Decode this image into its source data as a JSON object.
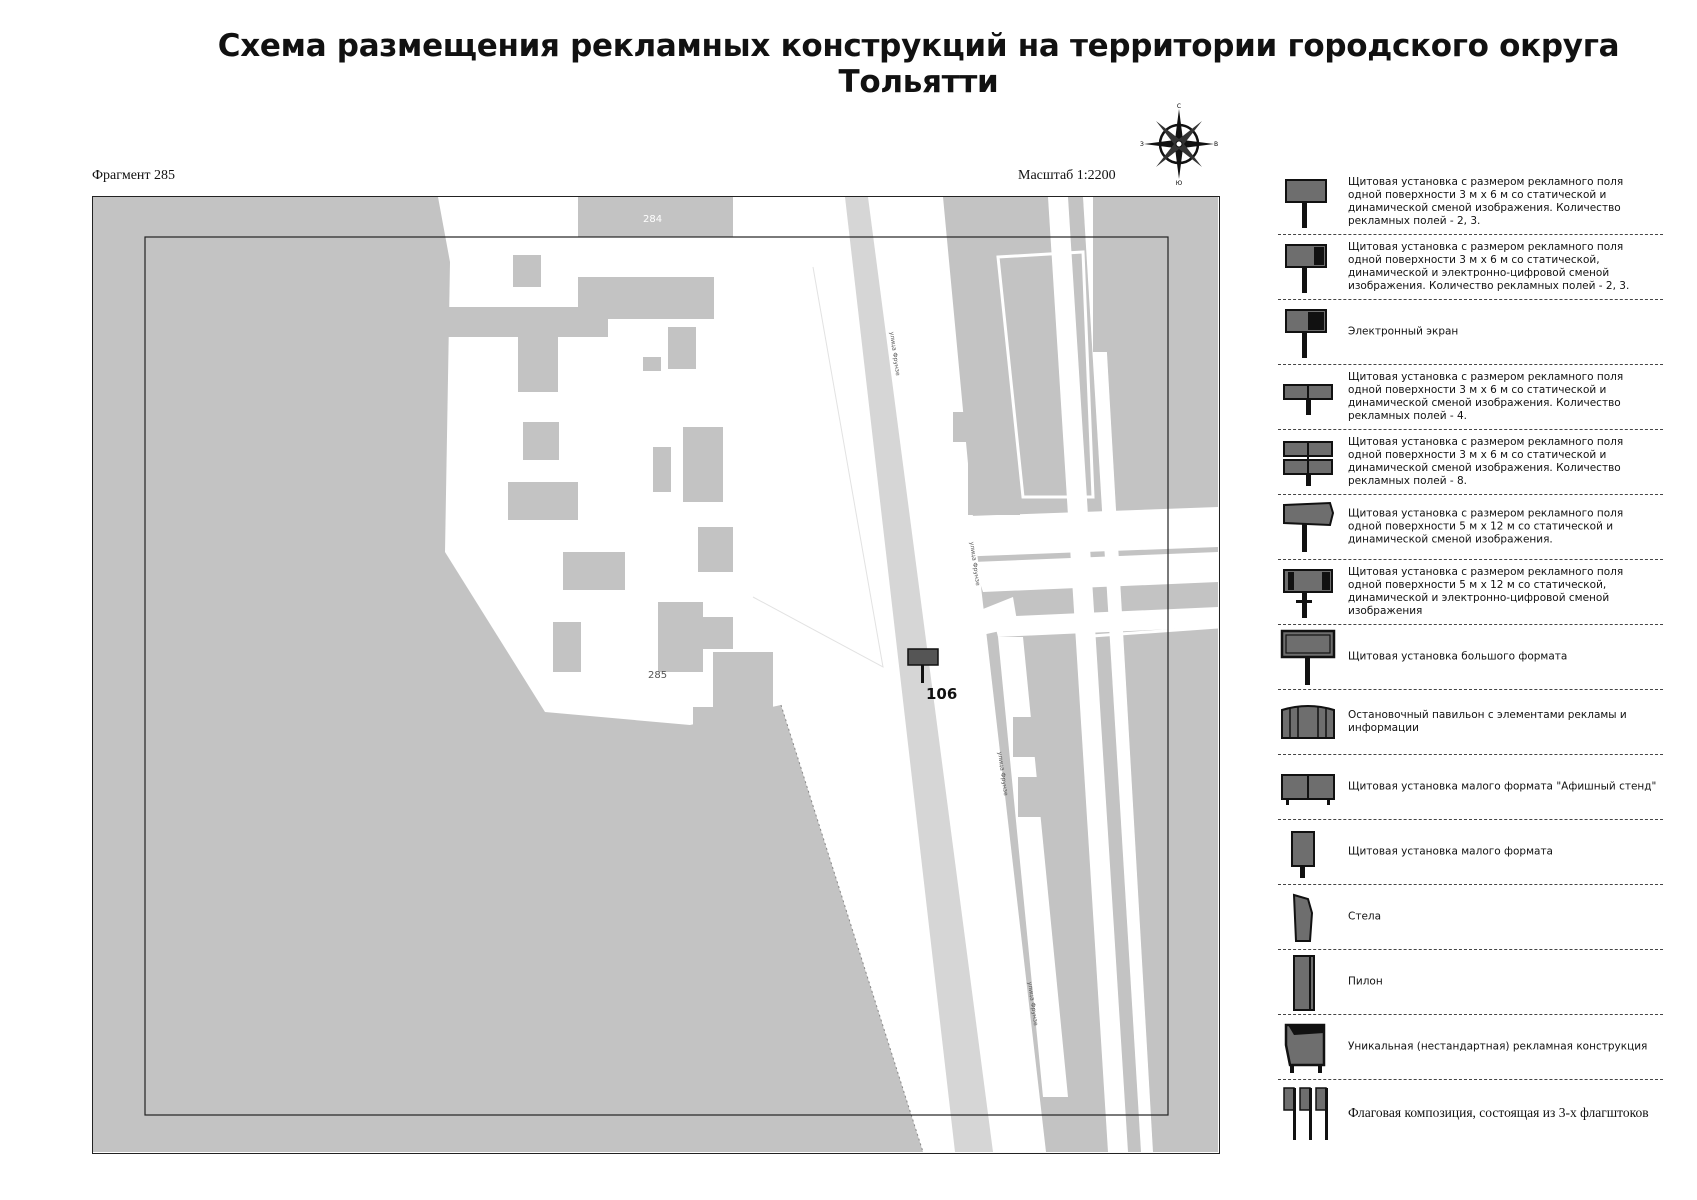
{
  "title": "Схема размещения рекламных конструкций на территории городского округа Тольятти",
  "fragment_label": "Фрагмент 285",
  "scale_label": "Масштаб 1:2200",
  "compass": {
    "n": "С",
    "s": "Ю",
    "w": "З",
    "e": "В"
  },
  "map": {
    "sheet_labels": [
      "284",
      "285"
    ],
    "ad_marker_label": "106",
    "street_name": "улица Фрунзе",
    "colors": {
      "block": "#c3c3c3",
      "road": "#ffffff",
      "frame": "#222222"
    }
  },
  "legend": [
    {
      "icon": "billboard-3x6-static-dynamic-icon",
      "text": "Щитовая установка с размером рекламного поля одной поверхности 3 м х 6 м со статической и динамической сменой изображения. Количество рекламных полей - 2, 3."
    },
    {
      "icon": "billboard-3x6-digital-icon",
      "text": "Щитовая установка с размером рекламного поля одной поверхности 3 м х 6 м со статической, динамической и электронно-цифровой сменой изображения. Количество рекламных полей - 2, 3."
    },
    {
      "icon": "electronic-screen-icon",
      "text": "Электронный экран"
    },
    {
      "icon": "billboard-3x6-4fields-icon",
      "text": "Щитовая установка с размером рекламного поля одной поверхности 3 м х 6 м со статической и динамической сменой изображения. Количество рекламных полей - 4."
    },
    {
      "icon": "billboard-3x6-8fields-icon",
      "text": "Щитовая установка с размером рекламного поля одной поверхности 3 м х 6 м со статической и динамической сменой изображения. Количество рекламных полей - 8."
    },
    {
      "icon": "billboard-5x12-static-dynamic-icon",
      "text": "Щитовая установка с размером рекламного поля одной поверхности 5 м х 12 м со статической и динамической сменой изображения."
    },
    {
      "icon": "billboard-5x12-digital-icon",
      "text": "Щитовая установка с размером рекламного поля одной поверхности 5 м х 12 м со статической, динамической и электронно-цифровой сменой изображения"
    },
    {
      "icon": "large-format-billboard-icon",
      "text": "Щитовая установка большого формата"
    },
    {
      "icon": "bus-stop-pavilion-icon",
      "text": "Остановочный павильон с элементами рекламы и информации"
    },
    {
      "icon": "poster-stand-icon",
      "text": "Щитовая установка малого формата \"Афишный стенд\""
    },
    {
      "icon": "small-format-billboard-icon",
      "text": "Щитовая установка малого формата"
    },
    {
      "icon": "stele-icon",
      "text": "Стела"
    },
    {
      "icon": "pylon-icon",
      "text": "Пилон"
    },
    {
      "icon": "unique-structure-icon",
      "text": "Уникальная (нестандартная) рекламная конструкция"
    },
    {
      "icon": "flag-composition-icon",
      "text": "Флаговая композиция, состоящая из 3-х флагштоков"
    }
  ]
}
